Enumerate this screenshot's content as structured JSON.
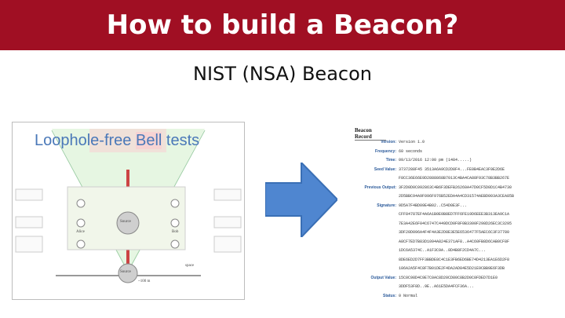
{
  "slide": {
    "title": "How to build a Beacon?",
    "subtitle": "NIST (NSA) Beacon"
  },
  "figure_left": {
    "title_pre": "Loophole-free ",
    "title_hl": "Bell",
    "title_post": " tests",
    "labels": {
      "alice": "Alice",
      "bob": "Bob",
      "source_top": "Source",
      "source_bottom": "Source",
      "space": "space",
      "distance": "~100 m"
    }
  },
  "arrow": {
    "color": "#4f86d0"
  },
  "beacon_record": {
    "heading": "Beacon Record",
    "fields": [
      {
        "key": "Version:",
        "value": "Version 1.0"
      },
      {
        "key": "Frequency:",
        "value": "60 seconds"
      },
      {
        "key": "Time:",
        "value": "09/13/2016 12:00 pm (1484.....)"
      },
      {
        "key": "Seed Value:",
        "value": "3737288F45 3513A6A9CD2D8F4...FE0B4EAC3F9E2D6E"
      },
      {
        "key": "",
        "value": "F8CC36E66E9D2888868B7013C4BA4CA88F93C78B3BB267E"
      },
      {
        "key": "Previous Output:",
        "value": "3F2D0D0C092863C4B6F3DEFB26260A47D0CF5D0D1C4B4730"
      },
      {
        "key": "",
        "value": "2D5BBC94A9F096F976B52EDA4A4CD31574AEBD003A3CEA85B"
      },
      {
        "key": "Signature:",
        "value": "9D5A7F4BD09E4B02..C54D0E3F..."
      },
      {
        "key": "",
        "value": "CFF84787EF4A6A1B0E0B8ED7FF6FE19D6EEE3B313EA9C1A"
      },
      {
        "key": "",
        "value": "7E3A42E6F04C6747C449DCD0F8F0B3300F298D26EC3C3295"
      },
      {
        "key": "",
        "value": "3DF20D096A4F4F4A3E2D8E3E5E6536477F5AEC6C3F37780"
      },
      {
        "key": "",
        "value": "A8CF7ED7B83D1094A824E371AF8..A4C60FB8D6CAB0CF8F"
      },
      {
        "key": "",
        "value": "1DC6A5374C..A1F3C9A..8D4B8F2CD4A7C..."
      },
      {
        "key": "",
        "value": "8DE6ED2D7FF3BBDE8C4C1E3FB6ED6BE74D4213EA1E6D2F8"
      },
      {
        "key": "",
        "value": "186A2A5F4C8F7B01DE2F4DA2AD84E5D21E9CBB9E6F3DB"
      },
      {
        "key": "Output Value:",
        "value": "15C0C98D4C9E7C0AC8D20CD80C8B2D0C0FDED7D1E0"
      },
      {
        "key": "",
        "value": "3DDF53F8D..9E..A61E5DA4FCF36A..."
      },
      {
        "key": "Status:",
        "value": "0 Normal"
      }
    ]
  }
}
